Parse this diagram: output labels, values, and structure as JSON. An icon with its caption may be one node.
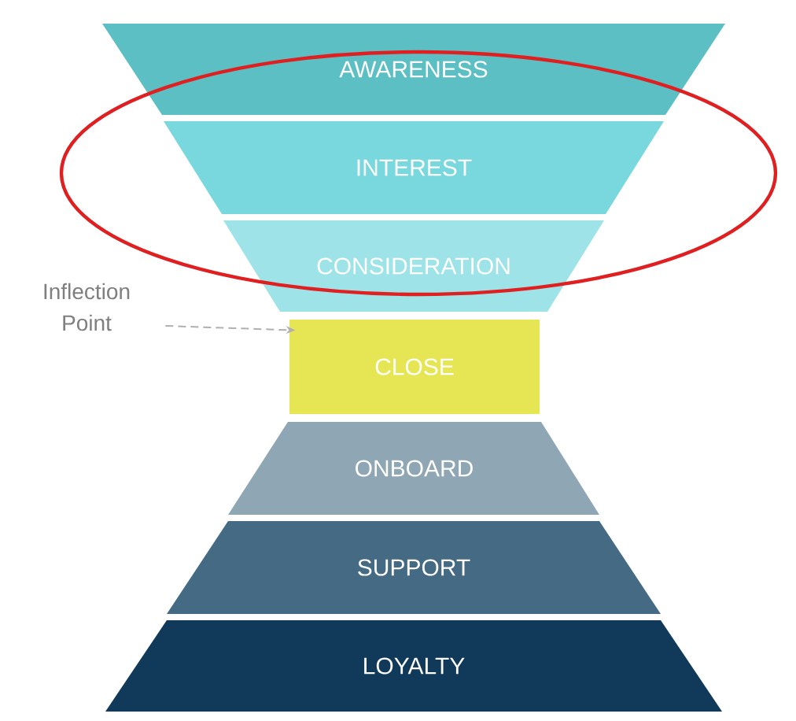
{
  "diagram": {
    "nodes": [
      {
        "text": [
          "AWARENESS"
        ]
      },
      {
        "text": [
          "INTEREST"
        ]
      },
      {
        "text": [
          "CONSIDERATION"
        ]
      },
      {
        "text": [
          "Inflection Point"
        ]
      },
      {
        "text": [
          "CLOSE"
        ]
      },
      {
        "text": [
          "ONBOARD"
        ]
      },
      {
        "text": [
          "SUPPORT"
        ]
      },
      {
        "text": [
          "LOYALTY"
        ]
      }
    ],
    "edges": [
      {
        "from": 3,
        "to": 4,
        "arrow": "to",
        "style": "dashed"
      }
    ]
  }
}
